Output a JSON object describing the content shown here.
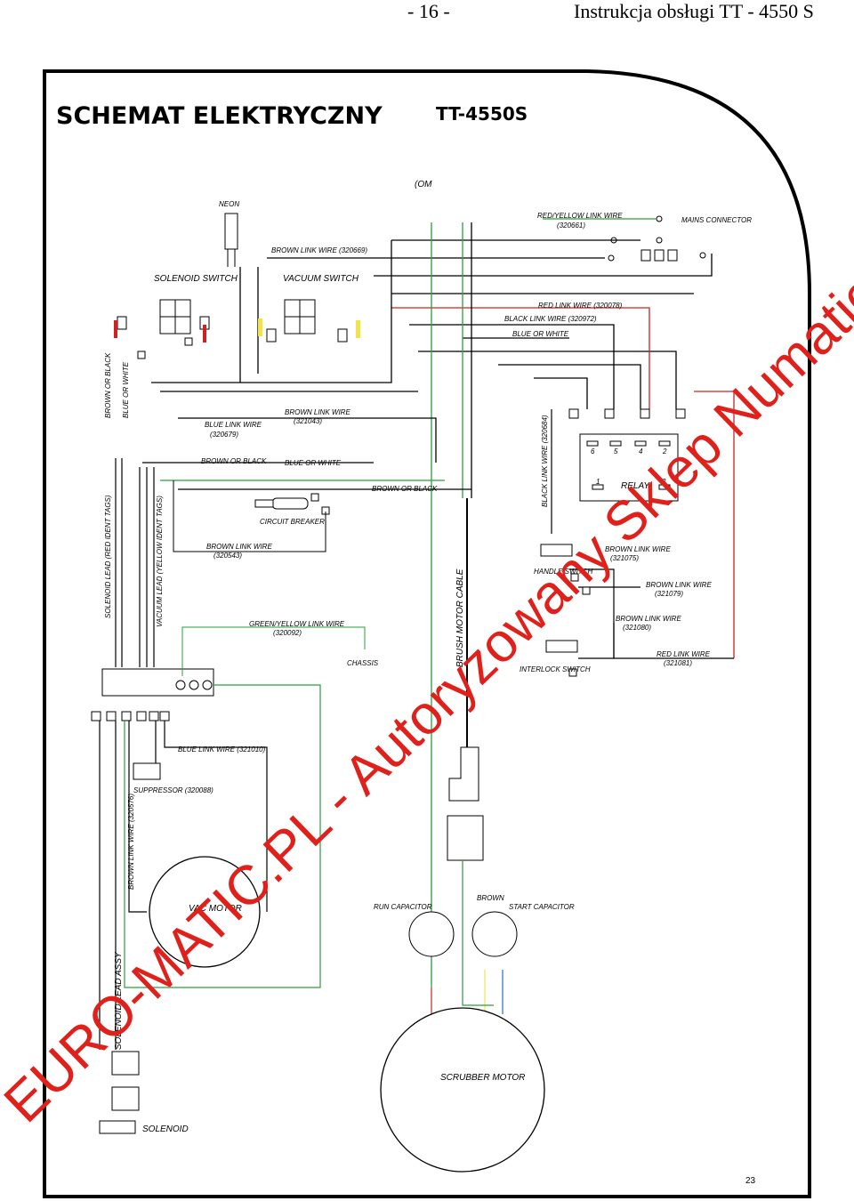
{
  "header": {
    "page_number": "- 16 -",
    "manual_title": "Instrukcja obsługi TT - 4550 S"
  },
  "diagram": {
    "title": "SCHEMAT ELEKTRYCZNY",
    "model": "TT-4550S",
    "page_number": "23",
    "fragment": "(OM",
    "labels": {
      "neon": "NEON",
      "mains_connector": "MAINS CONNECTOR",
      "red_yellow_link": "RED/YELLOW LINK WIRE",
      "red_yellow_code": "(320661)",
      "solenoid_switch": "SOLENOID SWITCH",
      "vacuum_switch": "VACUUM SWITCH",
      "brown_link_top": "BROWN LINK WIRE (320669)",
      "red_link_top": "RED LINK WIRE (320078)",
      "black_link": "BLACK LINK WIRE (320972)",
      "blue_or_white_top": "BLUE OR WHITE",
      "brown_or_black_left": "BROWN OR BLACK",
      "blue_or_white_left": "BLUE OR WHITE",
      "blue_link_mid": "BLUE LINK WIRE",
      "blue_link_mid_code": "(320679)",
      "brown_link_mid": "BROWN LINK WIRE",
      "brown_link_mid_code": "(321043)",
      "brown_or_black_mid": "BROWN OR BLACK",
      "blue_or_white_mid": "BLUE OR WHITE",
      "brown_or_black_cb": "BROWN OR BLACK",
      "circuit_breaker": "CIRCUIT BREAKER",
      "brown_link_cb": "BROWN LINK WIRE",
      "brown_link_cb_code": "(320543)",
      "relay": "RELAY",
      "black_link_relay": "BLACK LINK WIRE (320684)",
      "brown_link_handle": "BROWN LINK WIRE",
      "brown_link_handle_code": "(321075)",
      "handle_switch": "HANDLE SWITCH",
      "brown_link_r1": "BROWN LINK WIRE",
      "brown_link_r1_code": "(321079)",
      "brown_link_r2": "BROWN LINK WIRE",
      "brown_link_r2_code": "(321080)",
      "interlock_switch": "INTERLOCK SWITCH",
      "red_link_bottom": "RED LINK WIRE",
      "red_link_bottom_code": "(321081)",
      "solenoid_lead": "SOLENOID LEAD (RED IDENT TAGS)",
      "vacuum_lead": "VACUUM LEAD (YELLOW IDENT TAGS)",
      "green_yellow_link": "GREEN/YELLOW LINK WIRE",
      "green_yellow_code": "(320092)",
      "chassis": "CHASSIS",
      "brush_motor_cable": "BRUSH MOTOR CABLE",
      "blue_link_bottom": "BLUE LINK WIRE (321010)",
      "suppressor": "SUPPRESSOR (320088)",
      "brown_link_vac": "BROWN LINK WIRE (320576)",
      "vac_motor": "VAC MOTOR",
      "solenoid_lead_assy": "SOLENOID LEAD ASSY",
      "solenoid": "SOLENOID",
      "run_capacitor": "RUN CAPACITOR",
      "start_capacitor": "START CAPACITOR",
      "brown": "BROWN",
      "scrubber_motor": "SCRUBBER MOTOR",
      "relay_terminals": [
        "6",
        "5",
        "4",
        "2"
      ],
      "relay_bottom_1": "1",
      "relay_bottom_3": "3"
    }
  },
  "watermark": "EURO-MATIC.PL - Autoryzowany Sklep Numatic"
}
